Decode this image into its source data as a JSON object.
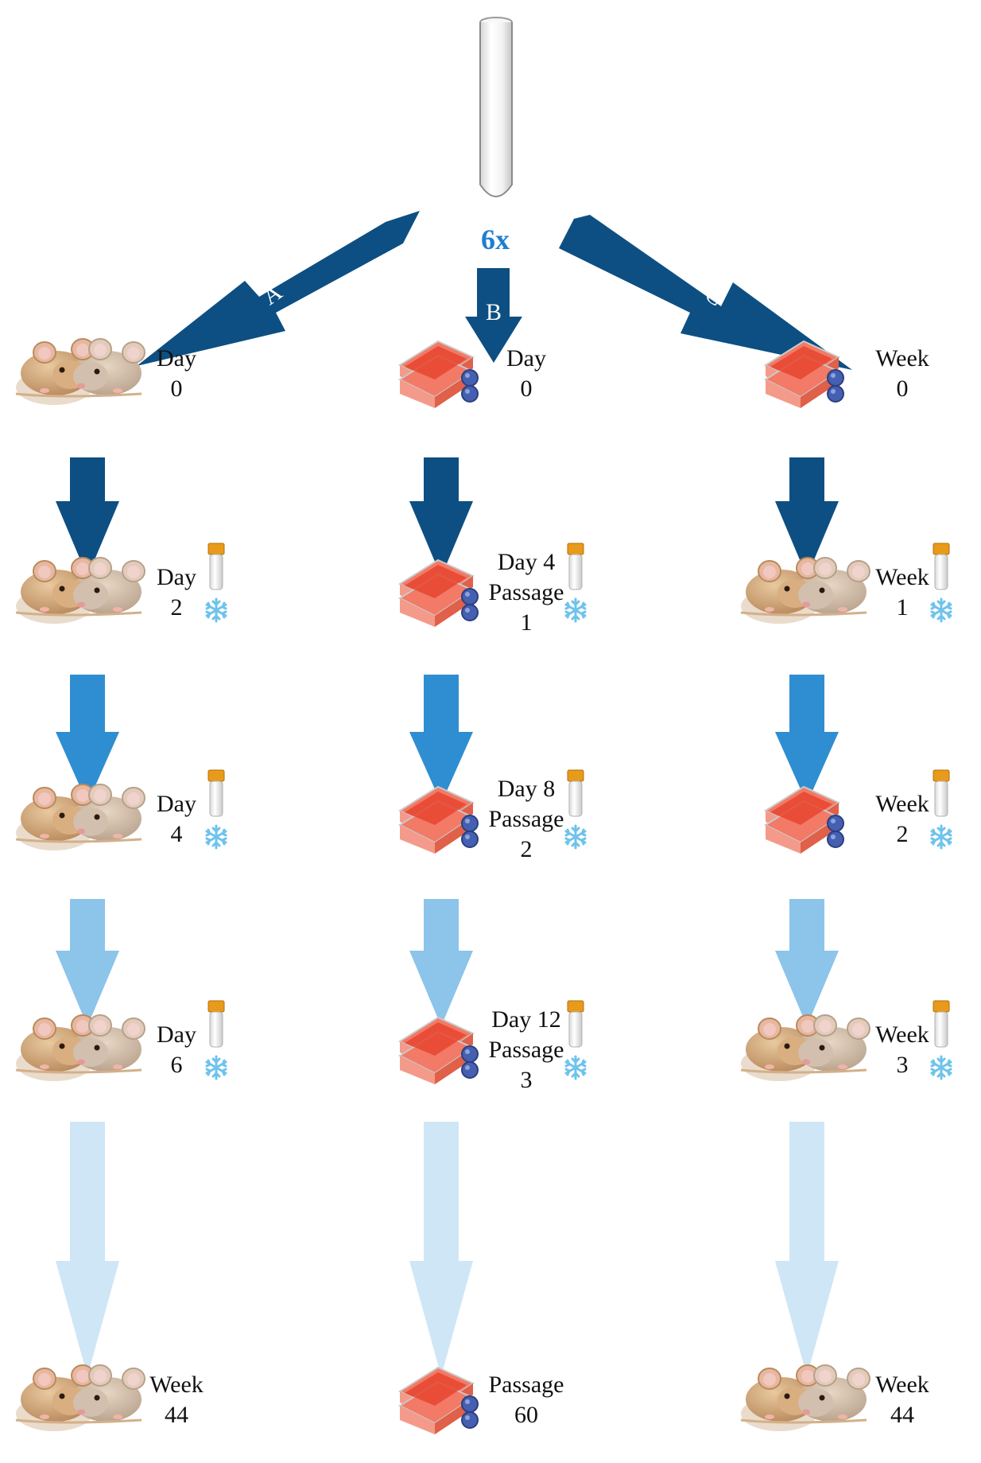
{
  "multiplier": "6x",
  "branches": [
    {
      "letter": "A",
      "kind": "mouse",
      "nodes": [
        {
          "kind": "mouse",
          "line1": "Day",
          "line2": "0",
          "line3": "",
          "frozen": false
        },
        {
          "kind": "mouse",
          "line1": "Day",
          "line2": "2",
          "line3": "",
          "frozen": true
        },
        {
          "kind": "mouse",
          "line1": "Day",
          "line2": "4",
          "line3": "",
          "frozen": true
        },
        {
          "kind": "mouse",
          "line1": "Day",
          "line2": "6",
          "line3": "",
          "frozen": true
        },
        {
          "kind": "mouse",
          "line1": "Week",
          "line2": "44",
          "line3": "",
          "frozen": false
        }
      ]
    },
    {
      "letter": "B",
      "kind": "flask",
      "nodes": [
        {
          "kind": "flask",
          "line1": "Day",
          "line2": "0",
          "line3": "",
          "frozen": false
        },
        {
          "kind": "flask",
          "line1": "Day  4",
          "line2": "Passage",
          "line3": "1",
          "frozen": true
        },
        {
          "kind": "flask",
          "line1": "Day  8",
          "line2": "Passage",
          "line3": "2",
          "frozen": true
        },
        {
          "kind": "flask",
          "line1": "Day  12",
          "line2": "Passage",
          "line3": "3",
          "frozen": true
        },
        {
          "kind": "flask",
          "line1": "Passage",
          "line2": "60",
          "line3": "",
          "frozen": false
        }
      ]
    },
    {
      "letter": "C",
      "kind": "mixed",
      "nodes": [
        {
          "kind": "flask",
          "line1": "Week",
          "line2": "0",
          "line3": "",
          "frozen": false
        },
        {
          "kind": "mouse",
          "line1": "Week",
          "line2": "1",
          "line3": "",
          "frozen": true
        },
        {
          "kind": "flask",
          "line1": "Week",
          "line2": "2",
          "line3": "",
          "frozen": true
        },
        {
          "kind": "mouse",
          "line1": "Week",
          "line2": "3",
          "line3": "",
          "frozen": true
        },
        {
          "kind": "mouse",
          "line1": "Week",
          "line2": "44",
          "line3": "",
          "frozen": false
        }
      ]
    }
  ],
  "colors": {
    "arrow_dark": "#0d4f82",
    "arrow_levels": [
      "#0d4f82",
      "#2f8ed1",
      "#8cc4ea",
      "#cfe6f7"
    ],
    "multiplier": "#1e7fd0",
    "flask_red": "#e8452f",
    "cap_blue": "#4560b0",
    "snowflake": "#6ec3ec",
    "tube_cap": "#e89a1a"
  },
  "icons": [
    "test-tube-icon",
    "mouse-pair-icon",
    "culture-flask-icon",
    "cryovial-icon",
    "snowflake-icon"
  ]
}
